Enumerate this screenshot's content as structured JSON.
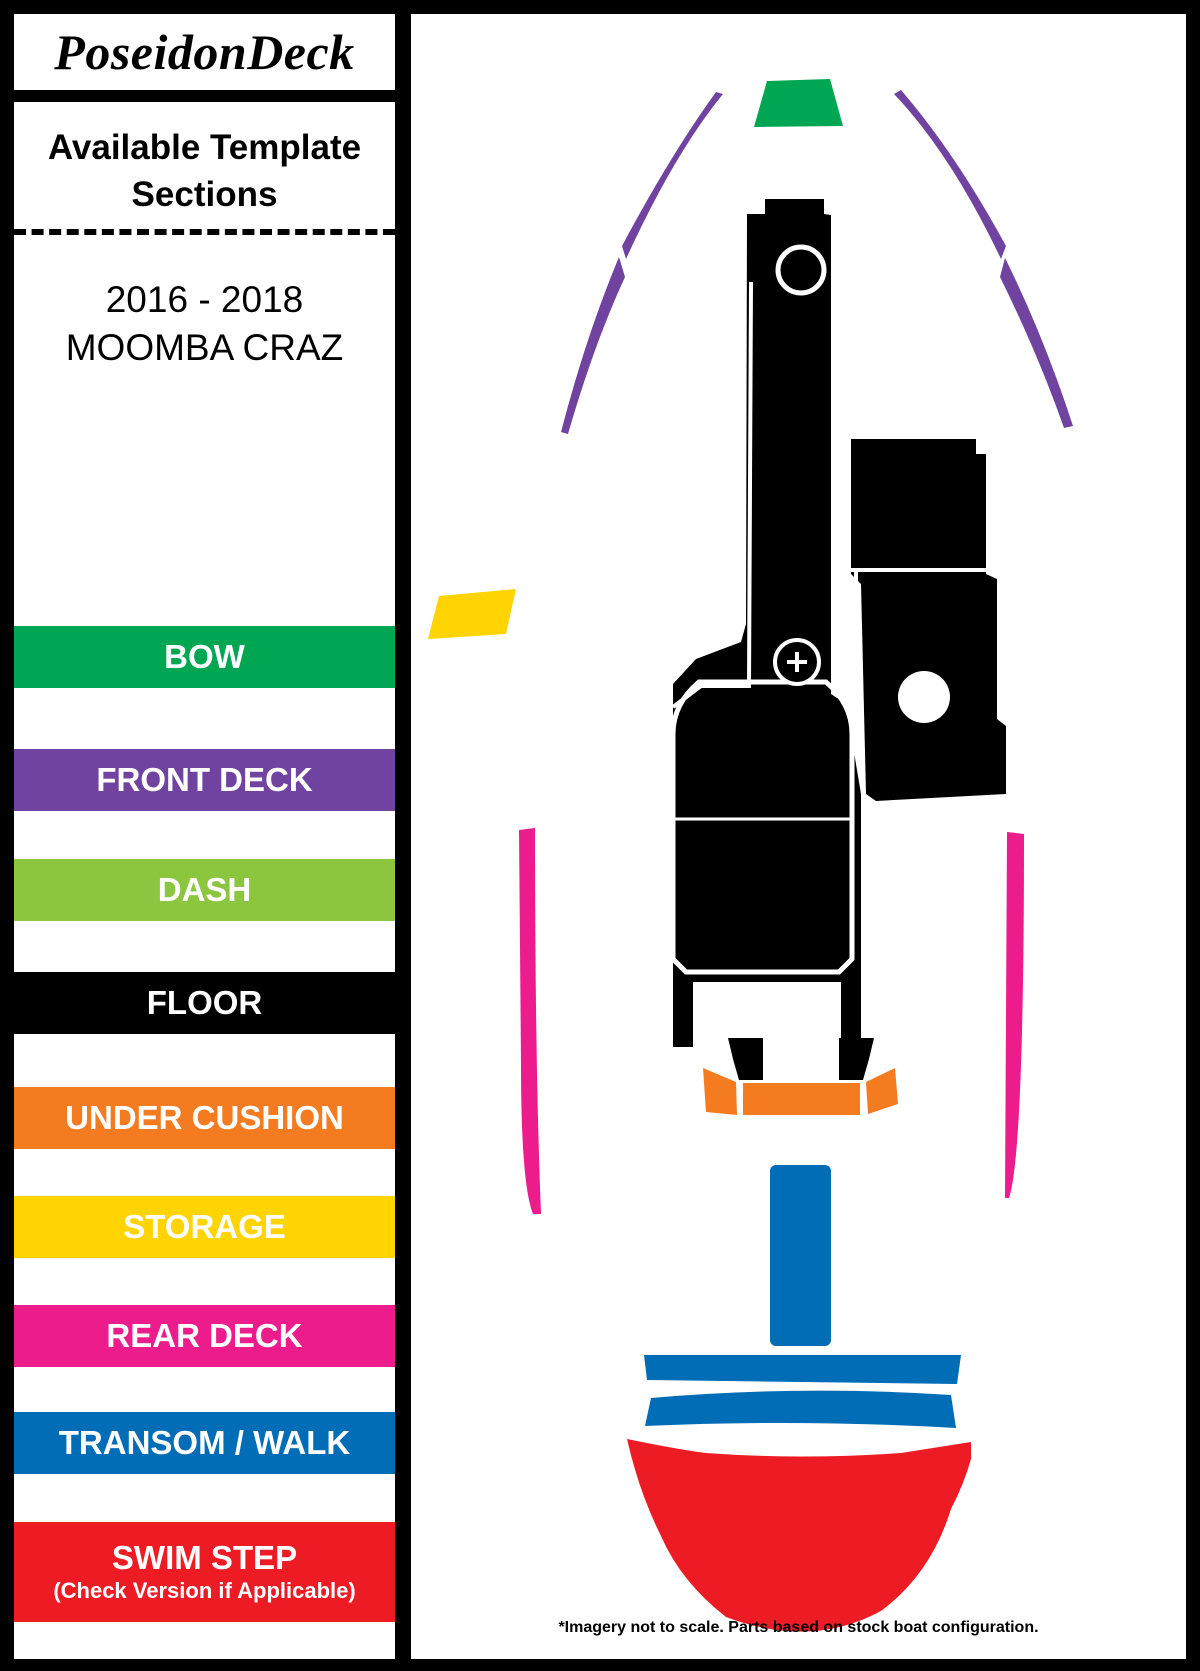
{
  "brand": "PoseidonDeck",
  "heading": {
    "line1": "Available Template",
    "line2": "Sections"
  },
  "model": {
    "years": "2016 - 2018",
    "name": "MOOMBA CRAZ"
  },
  "legend": [
    {
      "label": "BOW",
      "color": "#00a651"
    },
    {
      "label": "FRONT DECK",
      "color": "#7043a0"
    },
    {
      "label": "DASH",
      "color": "#8cc63f"
    },
    {
      "label": "FLOOR",
      "color": "#000000"
    },
    {
      "label": "UNDER CUSHION",
      "color": "#f47b20"
    },
    {
      "label": "STORAGE",
      "color": "#ffd400"
    },
    {
      "label": "REAR DECK",
      "color": "#ec1c8c"
    },
    {
      "label": "TRANSOM / WALK",
      "color": "#006db6"
    },
    {
      "label": "SWIM STEP",
      "sublabel": "(Check Version if Applicable)",
      "color": "#ed1c24"
    }
  ],
  "footnote": "*Imagery not to scale. Parts based on stock boat configuration."
}
